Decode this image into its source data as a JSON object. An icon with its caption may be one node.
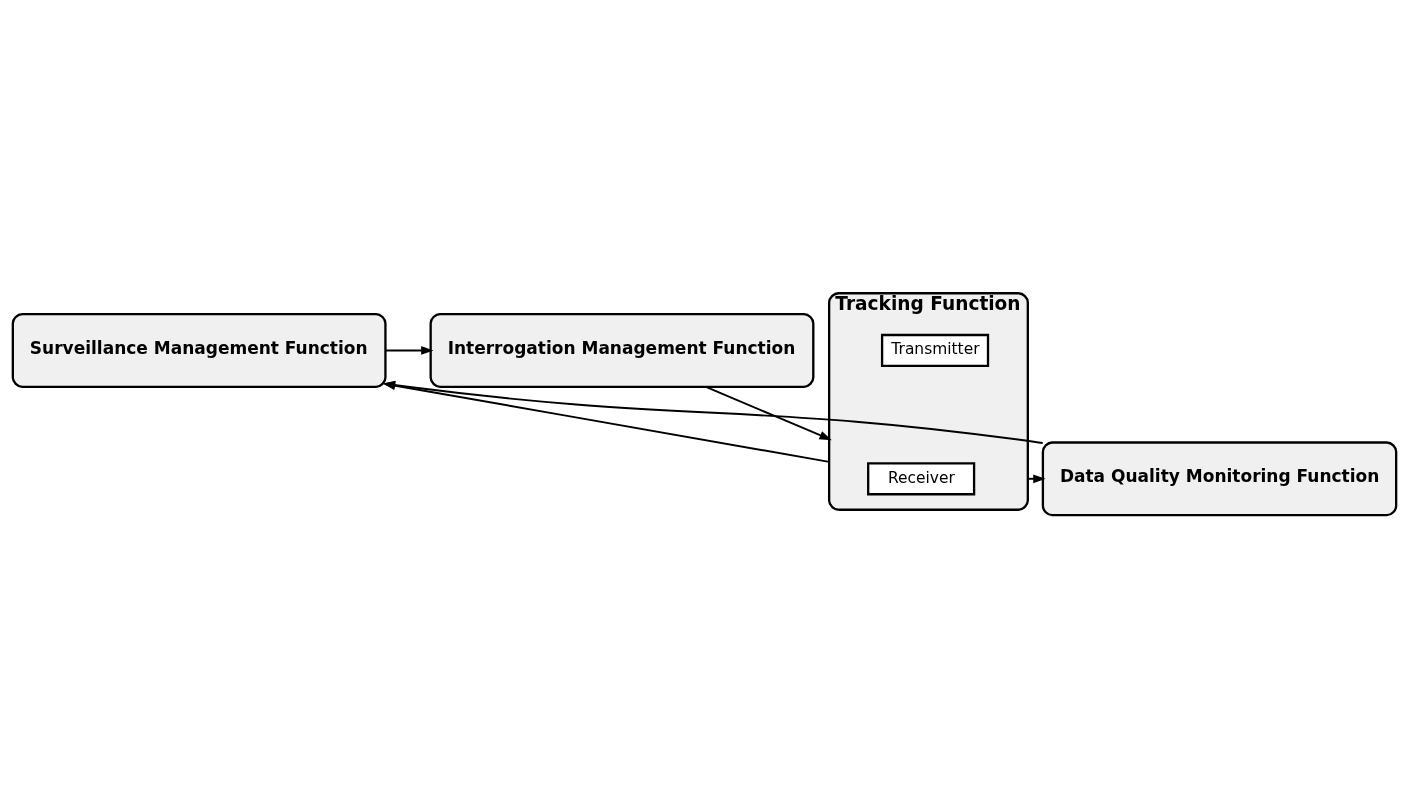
{
  "diagram": {
    "nodes": [
      {
        "text": [
          "Surveillance Management Function"
        ]
      },
      {
        "text": [
          "Interrogation Management Function"
        ]
      },
      {
        "text": [
          "Tracking Function"
        ]
      },
      {
        "text": [
          "Receiver"
        ],
        "in": 2
      },
      {
        "text": [
          "Transmitter"
        ],
        "in": 2
      },
      {
        "text": [
          "Data Quality Monitoring Function"
        ]
      }
    ],
    "edges": [
      {
        "from": 0,
        "to": 1,
        "arrow": "to"
      },
      {
        "from": 1,
        "to": 2,
        "arrow": "to"
      },
      {
        "from": 2,
        "to": 0,
        "arrow": "to"
      },
      {
        "from": 5,
        "to": 0,
        "arrow": "to"
      },
      {
        "from": 2,
        "to": 5,
        "arrow": "to"
      }
    ]
  }
}
